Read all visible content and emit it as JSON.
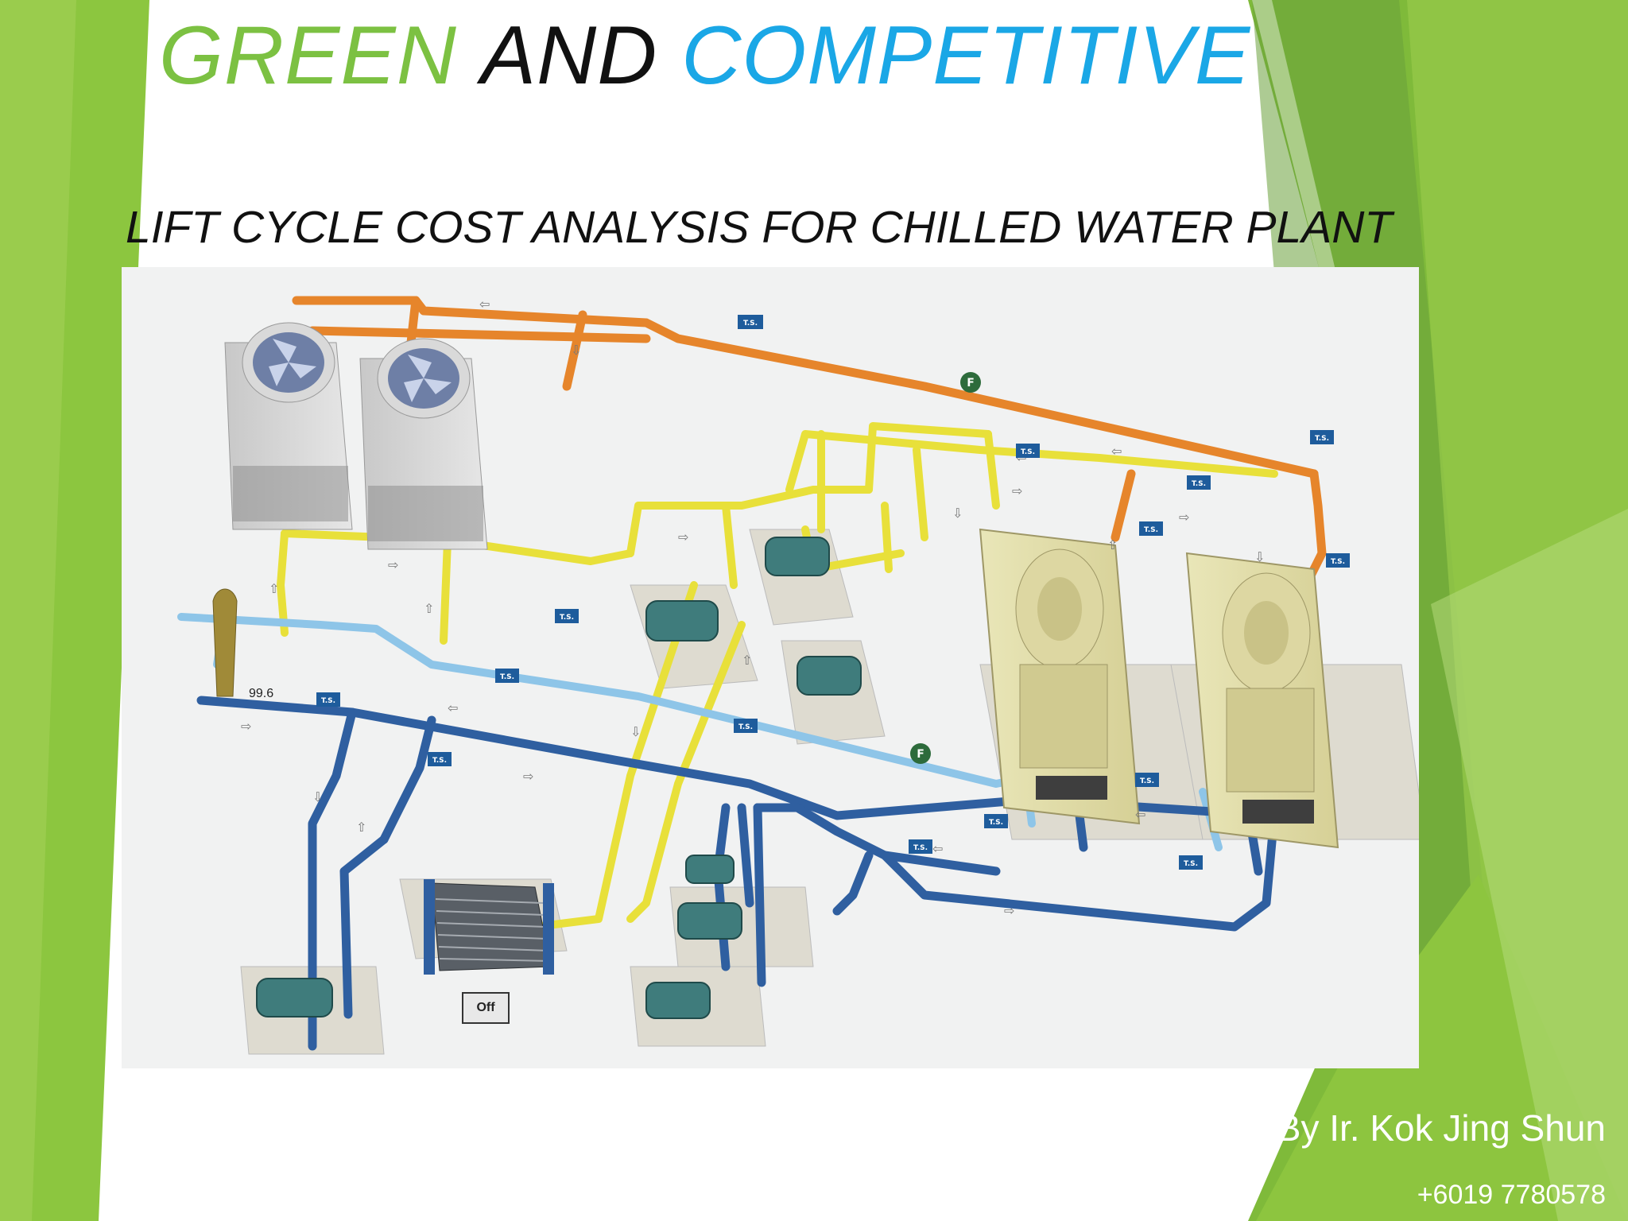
{
  "title": {
    "word1": "GREEN",
    "word2": "AND",
    "word3": "COMPETITIVE"
  },
  "subtitle": "LIFT CYCLE COST ANALYSIS FOR CHILLED WATER PLANT",
  "author": "By Ir. Kok Jing Shun",
  "phone": "+6019 7780578",
  "diagram": {
    "sensor_label": "T.S.",
    "flow_label": "F",
    "gauge_value": "99.6",
    "off_button": "Off"
  },
  "colors": {
    "green": "#7cc142",
    "black": "#111111",
    "blue": "#1aa7e6",
    "pipe_orange": "#e6852b",
    "pipe_yellow": "#e8e03a",
    "pipe_light_blue": "#8ec5e8",
    "pipe_dark_blue": "#2f5fa0"
  }
}
